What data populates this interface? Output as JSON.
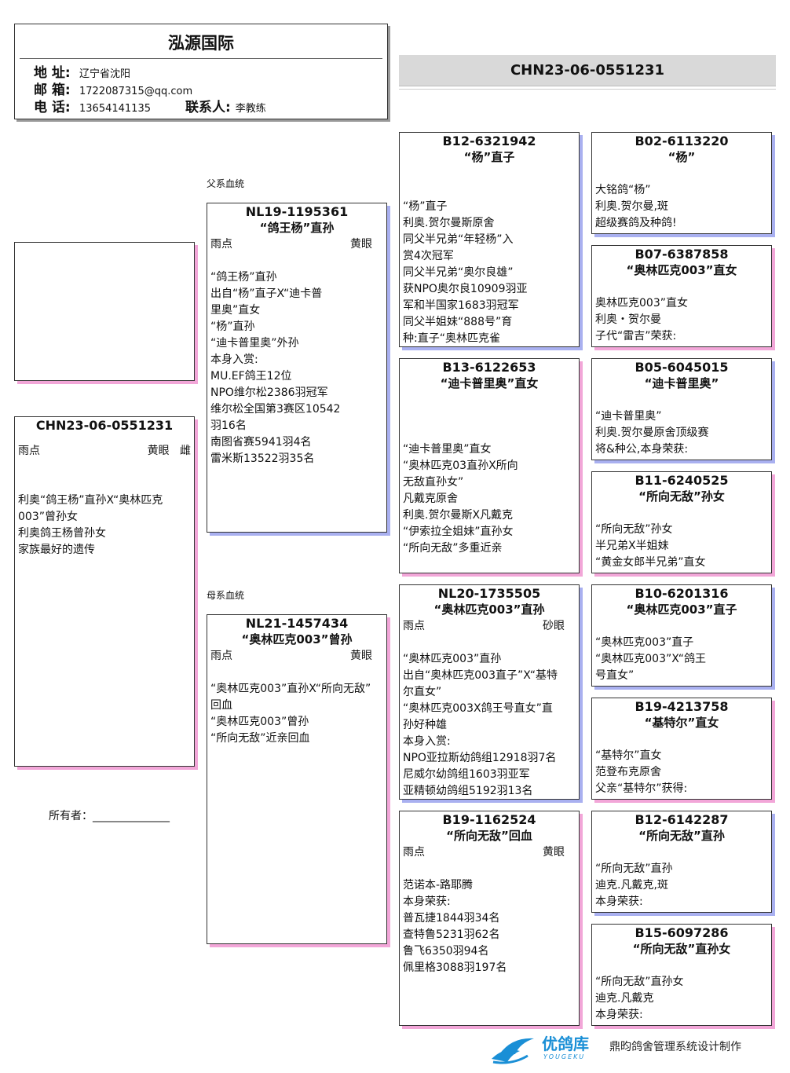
{
  "header": {
    "title": "泓源国际",
    "address_label": "地 址:",
    "address": "辽宁省沈阳",
    "email_label": "邮 箱:",
    "email": "1722087315@qq.com",
    "phone_label": "电 话:",
    "phone": "13654141135",
    "contact_label": "联系人:",
    "contact": "李教练"
  },
  "top_id": "CHN23-06-0551231",
  "sire_label": "父系血统",
  "dam_label": "母系血统",
  "owner_label": "所有者：______________",
  "subject": {
    "ring": "CHN23-06-0551231",
    "color": "雨点",
    "eye": "黄眼",
    "sex": "雌",
    "notes": [
      "",
      "",
      "利奥“鸽王杨”直孙X“奥林匹克",
      "003”曾孙女",
      "利奥鸽王杨曾孙女",
      "家族最好的遗传"
    ]
  },
  "sire": {
    "ring": "NL19-1195361",
    "name": "“鸽王杨”直孙",
    "color": "雨点",
    "eye": "黄眼",
    "notes": [
      "",
      "“鸽王杨”直孙",
      "出自“杨”直子X“迪卡普",
      "里奥”直女",
      "“杨”直孙",
      "“迪卡普里奥”外孙",
      "本身入赏:",
      "MU.EF鸽王12位",
      "NPO维尔松2386羽冠军",
      "维尔松全国第3赛区10542",
      "羽16名",
      "南图省赛5941羽4名",
      "雷米斯13522羽35名"
    ]
  },
  "dam": {
    "ring": "NL21-1457434",
    "name": "“奥林匹克003”曾孙",
    "color": "雨点",
    "eye": "黄眼",
    "notes": [
      "",
      "“奥林匹克003”直孙X“所向无敌”",
      "回血",
      "“奥林匹克003”曾孙",
      "“所向无敌”近亲回血"
    ]
  },
  "gen3": [
    {
      "ring": "B12-6321942",
      "name": "“杨”直子",
      "color": "",
      "eye": "",
      "notes": [
        "",
        "“杨”直子",
        "利奥.贺尔曼斯原舍",
        "同父半兄弟“年轻杨”入",
        "赏4次冠军",
        "同父半兄弟“奥尔良雄”",
        "获NPO奥尔良10909羽亚",
        "军和半国家1683羽冠军",
        "同父半姐妹“888号”育",
        "种:直子“奥林匹克雀"
      ]
    },
    {
      "ring": "B13-6122653",
      "name": "“迪卡普里奥”直女",
      "color": "",
      "eye": "",
      "notes": [
        "",
        "",
        "“迪卡普里奥”直女",
        "“奥林匹克03直孙X所向",
        "无敌直孙女”",
        "凡戴克原舍",
        "利奥.贺尔曼斯X凡戴克",
        "“伊索拉全姐妹”直孙女",
        "“所向无敌”多重近亲"
      ]
    },
    {
      "ring": "NL20-1735505",
      "name": "“奥林匹克003”直孙",
      "color": "雨点",
      "eye": "砂眼",
      "notes": [
        "",
        "“奥林匹克003”直孙",
        "出自“奥林匹克003直子”X“基特",
        "尔直女”",
        "“奥林匹克003X鸽王号直女”直",
        "孙好种雄",
        "本身入赏:",
        "NPO亚拉斯幼鸽组12918羽7名",
        "尼威尔幼鸽组1603羽亚军",
        "亚精顿幼鸽组5192羽13名"
      ]
    },
    {
      "ring": "B19-1162524",
      "name": "“所向无敌”回血",
      "color": "雨点",
      "eye": "黄眼",
      "notes": [
        "",
        "范诺本-路耶腾",
        "本身荣获:",
        "普瓦捷1844羽34名",
        "查特鲁5231羽62名",
        "鲁飞6350羽94名",
        "佩里格3088羽197名"
      ]
    }
  ],
  "gen4": [
    {
      "ring": "B02-6113220",
      "name": "“杨”",
      "notes": [
        "",
        "大铭鸽“杨”",
        "利奥.贺尔曼,斑",
        "超级赛鸽及种鸽!"
      ]
    },
    {
      "ring": "B07-6387858",
      "name": "“奥林匹克003”直女",
      "notes": [
        "",
        "奥林匹克003”直女",
        "利奥・贺尔曼",
        "子代“雷吉”荣获:"
      ]
    },
    {
      "ring": "B05-6045015",
      "name": "“迪卡普里奥”",
      "notes": [
        "",
        "“迪卡普里奥”",
        "利奥.贺尔曼原舍顶级赛",
        "将&种公,本身荣获:"
      ]
    },
    {
      "ring": "B11-6240525",
      "name": "“所向无敌”孙女",
      "notes": [
        "",
        "“所向无敌”孙女",
        "半兄弟X半姐妹",
        "“黄金女郎半兄弟”直女"
      ]
    },
    {
      "ring": "B10-6201316",
      "name": "“奥林匹克003”直子",
      "notes": [
        "",
        "“奥林匹克003”直子",
        "“奥林匹克003”X“鸽王",
        "号直女”"
      ]
    },
    {
      "ring": "B19-4213758",
      "name": "“基特尔”直女",
      "notes": [
        "",
        "“基特尔”直女",
        "范登布克原舍",
        "父亲“基特尔”获得:"
      ]
    },
    {
      "ring": "B12-6142287",
      "name": "“所向无敌”直孙",
      "notes": [
        "",
        "“所向无敌”直孙",
        "迪克.凡戴克,斑",
        "本身荣获:"
      ]
    },
    {
      "ring": "B15-6097286",
      "name": "“所向无敌”直孙女",
      "notes": [
        "",
        "“所向无敌”直孙女",
        "迪克.凡戴克",
        "本身荣获:"
      ]
    }
  ],
  "footer": {
    "brand": "优鸽库",
    "brand_en": "YOUGEKU",
    "credit": "鼎昀鸽舍管理系统设计制作",
    "colors": {
      "brand_blue": "#1a8fd6",
      "shadow_pink": "#f2a6d8",
      "shadow_blue": "#a9b0f0"
    }
  }
}
